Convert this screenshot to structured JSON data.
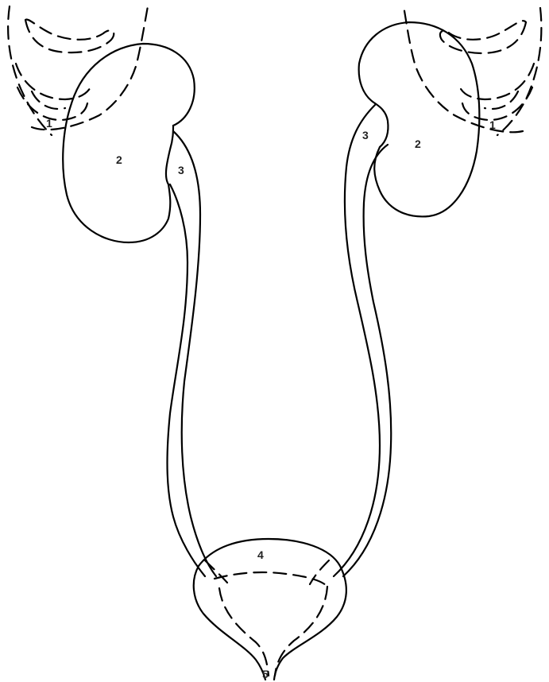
{
  "labels": {
    "adrenal_left": "1",
    "adrenal_right": "1",
    "kidney_left": "2",
    "kidney_right": "2",
    "ureter_left": "3",
    "ureter_right": "3",
    "bladder": "4",
    "urethra": "5"
  },
  "colors": {
    "line": "#000000",
    "label": "#222222",
    "background": "#ffffff"
  }
}
